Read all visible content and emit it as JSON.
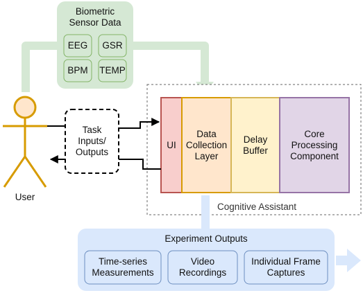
{
  "sensor_group": {
    "title": "Biometric\nSensor Data",
    "sensors": [
      "EEG",
      "GSR",
      "BPM",
      "TEMP"
    ]
  },
  "user": {
    "label": "User"
  },
  "task_io": {
    "label": "Task\nInputs/\nOutputs"
  },
  "assistant": {
    "label": "Cognitive Assistant",
    "components": [
      "UI",
      "Data\nCollection\nLayer",
      "Delay\nBuffer",
      "Core\nProcessing\nComponent"
    ]
  },
  "outputs": {
    "title": "Experiment Outputs",
    "items": [
      "Time-series\nMeasurements",
      "Video\nRecordings",
      "Individual Frame\nCaptures"
    ]
  },
  "colors": {
    "sensor_green_fill": "#d5e8d4",
    "sensor_green_stroke": "#82b366",
    "user_gold": "#d79b00",
    "user_head_fill": "#ffe6cc",
    "ui_red_fill": "#f8cecc",
    "ui_red_stroke": "#b85450",
    "dcl_fill": "#ffe6cc",
    "dcl_stroke": "#d79b00",
    "buffer_fill": "#fff2cc",
    "buffer_stroke": "#d6b656",
    "core_fill": "#e1d5e7",
    "core_stroke": "#9673a6",
    "output_blue_fill": "#dae8fc",
    "output_blue_stroke": "#6c8ebf"
  }
}
